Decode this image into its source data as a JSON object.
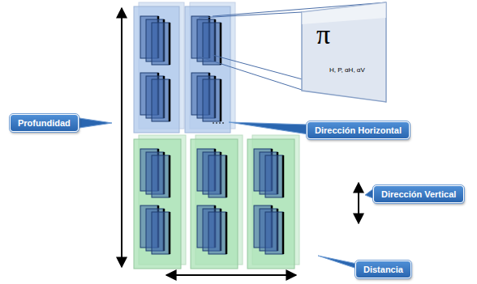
{
  "diagram": {
    "nodes": [
      {
        "text": [
          "π",
          "H, P, αH, αV"
        ]
      },
      {
        "text": [
          "Profundidad"
        ]
      },
      {
        "text": [
          "Dirección Horizontal"
        ]
      },
      {
        "text": [
          "Dirección Vertical"
        ]
      },
      {
        "text": [
          "Distancia"
        ]
      }
    ]
  }
}
